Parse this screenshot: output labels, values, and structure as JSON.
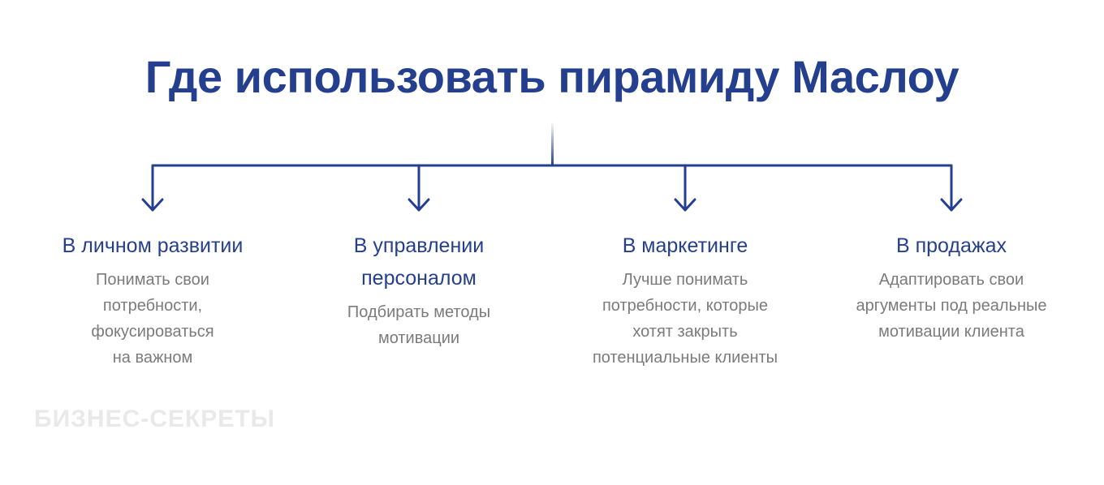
{
  "title": "Где использовать пирамиду Маслоу",
  "colors": {
    "accent": "#253f8f",
    "text": "#7b7b7b",
    "watermark": "#e9e9e9"
  },
  "columns": [
    {
      "heading": "В личном развитии",
      "body": "Понимать свои\nпотребности,\nфокусироваться\nна важном"
    },
    {
      "heading": "В управлении\nперсоналом",
      "body": "Подбирать методы\nмотивации"
    },
    {
      "heading": "В маркетинге",
      "body": "Лучше понимать\nпотребности, которые\nхотят закрыть\nпотенциальные клиенты"
    },
    {
      "heading": "В продажах",
      "body": "Адаптировать свои\nаргументы под реальные\nмотивации клиента"
    }
  ],
  "watermark": "БИЗНЕС-СЕКРЕТЫ"
}
